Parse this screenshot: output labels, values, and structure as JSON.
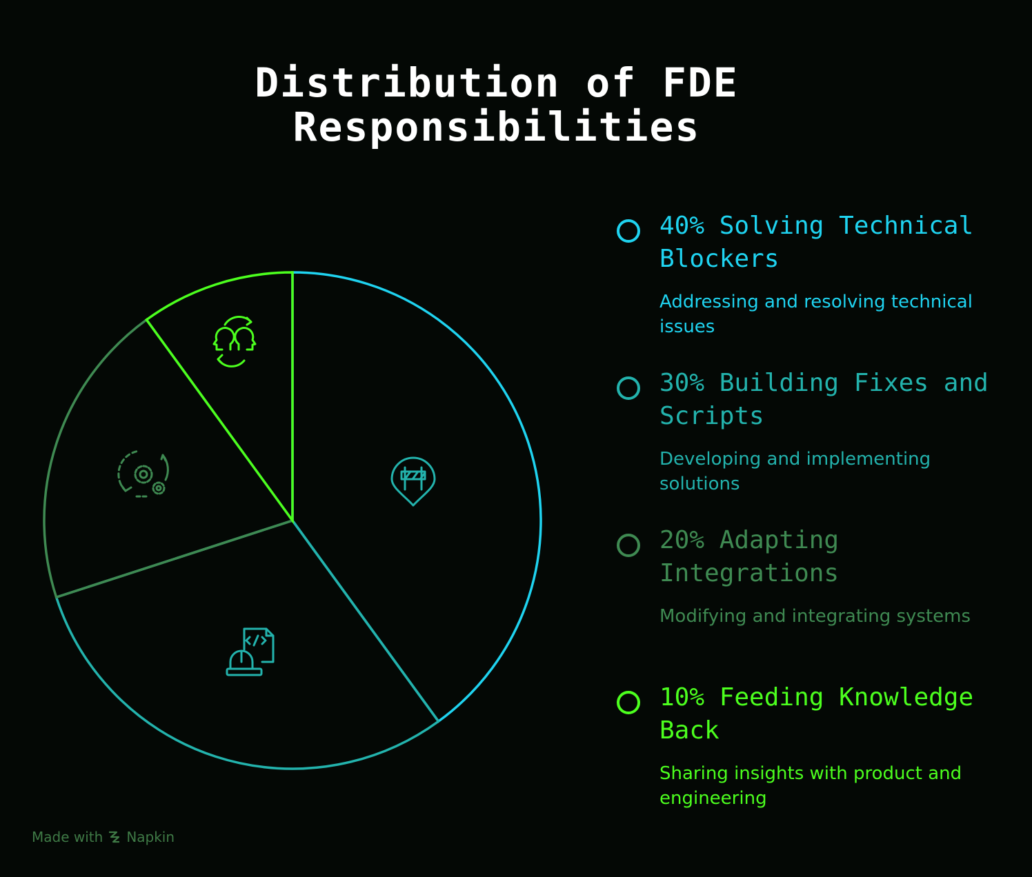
{
  "title_lines": [
    "Distribution of FDE",
    "Responsibilities"
  ],
  "chart_data": {
    "type": "pie",
    "title": "Distribution of FDE Responsibilities",
    "slices": [
      {
        "percent": 40,
        "label": "Solving Technical Blockers",
        "display": "40% Solving Technical Blockers",
        "description": "Addressing and resolving technical issues",
        "color": "#1fd3f0",
        "icon": "roadblock-pin-icon"
      },
      {
        "percent": 30,
        "label": "Building Fixes and Scripts",
        "display": "30% Building Fixes and Scripts",
        "description": "Developing and implementing solutions",
        "color": "#23b3ad",
        "icon": "hardhat-code-file-icon"
      },
      {
        "percent": 20,
        "label": "Adapting Integrations",
        "display": "20% Adapting Integrations",
        "description": "Modifying and integrating systems",
        "color": "#3f8a52",
        "icon": "gears-cycle-icon"
      },
      {
        "percent": 10,
        "label": "Feeding Knowledge Back",
        "display": "10% Feeding Knowledge Back",
        "description": "Sharing insights with product and engineering",
        "color": "#4cff1e",
        "icon": "heads-exchange-icon"
      }
    ]
  },
  "footer": {
    "made_with": "Made with",
    "brand": "Napkin"
  }
}
